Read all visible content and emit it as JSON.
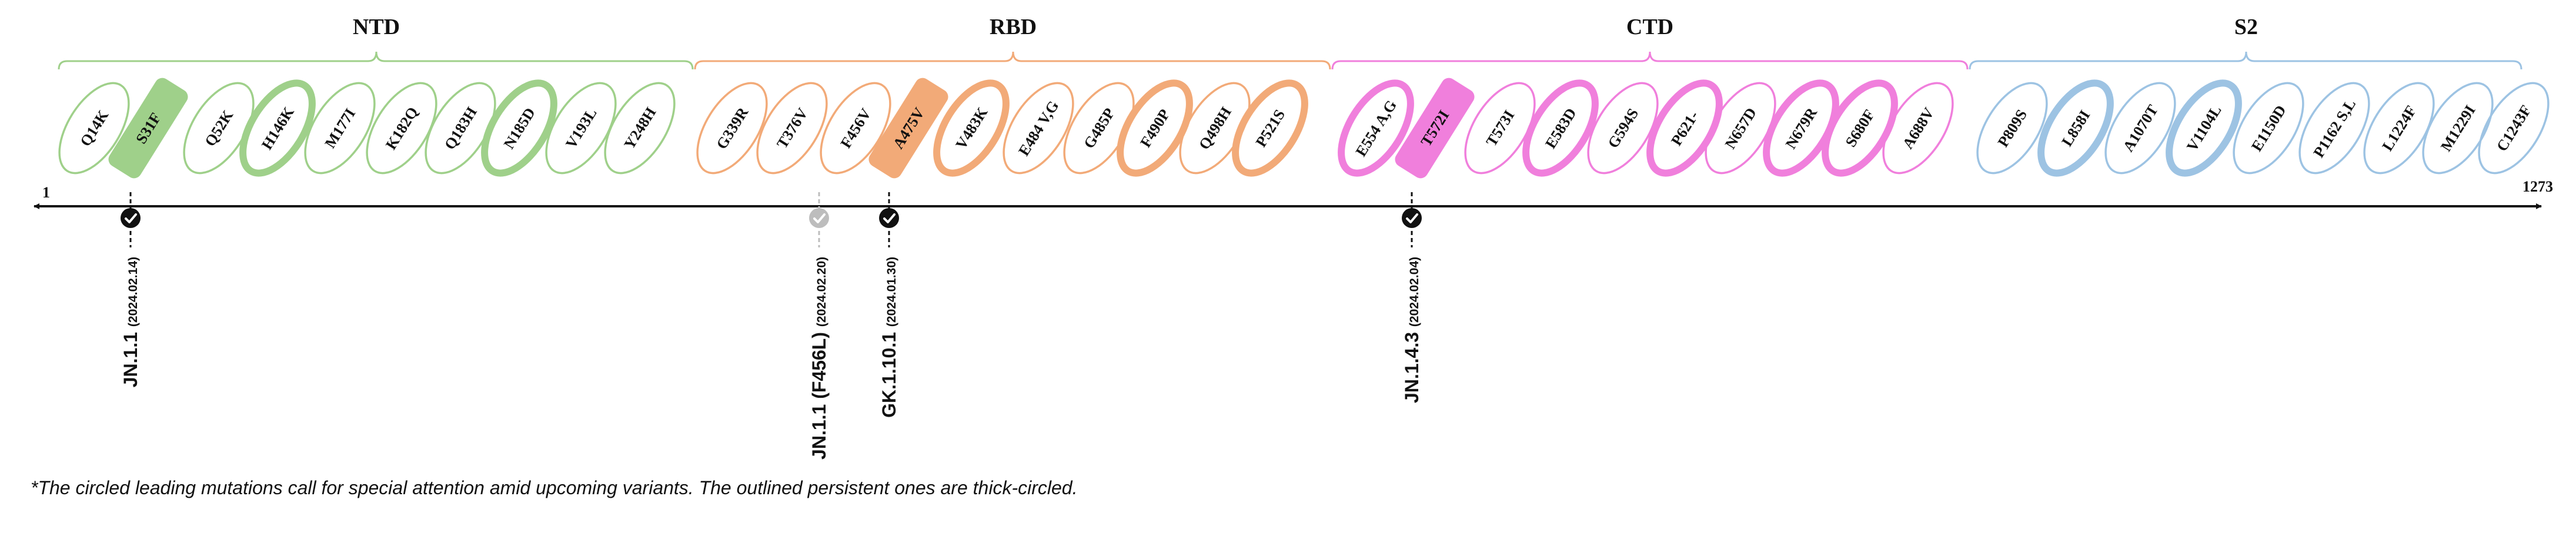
{
  "colors": {
    "ntd": "#9fd08a",
    "rbd": "#f2aa78",
    "ctd": "#f07fdc",
    "s2": "#9dc3e3",
    "inactive_marker": "#bdbdbd",
    "axis": "#111111"
  },
  "axis": {
    "start_label": "1",
    "end_label": "1273"
  },
  "domains": [
    {
      "key": "ntd",
      "name": "NTD",
      "mutations": [
        {
          "label": "Q14K",
          "style": "thin"
        },
        {
          "label": "S31F",
          "style": "filled"
        },
        {
          "label": "Q52K",
          "style": "thin"
        },
        {
          "label": "H146K",
          "style": "thick"
        },
        {
          "label": "M177I",
          "style": "thin"
        },
        {
          "label": "K182Q",
          "style": "thin"
        },
        {
          "label": "Q183H",
          "style": "thin"
        },
        {
          "label": "N185D",
          "style": "thick"
        },
        {
          "label": "V193L",
          "style": "thin"
        },
        {
          "label": "Y248H",
          "style": "thin"
        }
      ]
    },
    {
      "key": "rbd",
      "name": "RBD",
      "mutations": [
        {
          "label": "G339R",
          "style": "thin"
        },
        {
          "label": "T376V",
          "style": "thin"
        },
        {
          "label": "F456V",
          "style": "thin"
        },
        {
          "label": "A475V",
          "style": "filled"
        },
        {
          "label": "V483K",
          "style": "thick"
        },
        {
          "label": "E484 V,G",
          "style": "thin"
        },
        {
          "label": "G485P",
          "style": "thin"
        },
        {
          "label": "F490P",
          "style": "thick"
        },
        {
          "label": "Q498H",
          "style": "thin"
        },
        {
          "label": "P521S",
          "style": "thick"
        }
      ]
    },
    {
      "key": "ctd",
      "name": "CTD",
      "mutations": [
        {
          "label": "E554 A,G",
          "style": "thick"
        },
        {
          "label": "T572I",
          "style": "filled"
        },
        {
          "label": "T573I",
          "style": "thin"
        },
        {
          "label": "E583D",
          "style": "thick"
        },
        {
          "label": "G594S",
          "style": "thin"
        },
        {
          "label": "P621-",
          "style": "thick"
        },
        {
          "label": "N657D",
          "style": "thin"
        },
        {
          "label": "N679R",
          "style": "thick"
        },
        {
          "label": "S680F",
          "style": "thick"
        },
        {
          "label": "A688V",
          "style": "thin"
        }
      ]
    },
    {
      "key": "s2",
      "name": "S2",
      "mutations": [
        {
          "label": "P809S",
          "style": "thin"
        },
        {
          "label": "L858I",
          "style": "thick"
        },
        {
          "label": "A1070T",
          "style": "thin"
        },
        {
          "label": "V1104L",
          "style": "thick"
        },
        {
          "label": "E1150D",
          "style": "thin"
        },
        {
          "label": "P1162 S,L",
          "style": "thin"
        },
        {
          "label": "L1224F",
          "style": "thin"
        },
        {
          "label": "M1229I",
          "style": "thin"
        },
        {
          "label": "C1243F",
          "style": "thin"
        }
      ]
    }
  ],
  "variants": [
    {
      "name": "JN.1.1",
      "date": "(2024.02.14)",
      "status": "active",
      "anchor_mutation": "S31F"
    },
    {
      "name": "JN.1.1 (F456L)",
      "date": "(2024.02.20)",
      "status": "inactive",
      "anchor_mutation": "F456V"
    },
    {
      "name": "GK.1.10.1",
      "date": "(2024.01.30)",
      "status": "active",
      "anchor_mutation": "A475V"
    },
    {
      "name": "JN.1.4.3",
      "date": "(2024.02.04)",
      "status": "active",
      "anchor_mutation": "T572I"
    }
  ],
  "footnote": "*The circled leading mutations call for special attention amid upcoming variants. The outlined persistent ones are thick-circled."
}
